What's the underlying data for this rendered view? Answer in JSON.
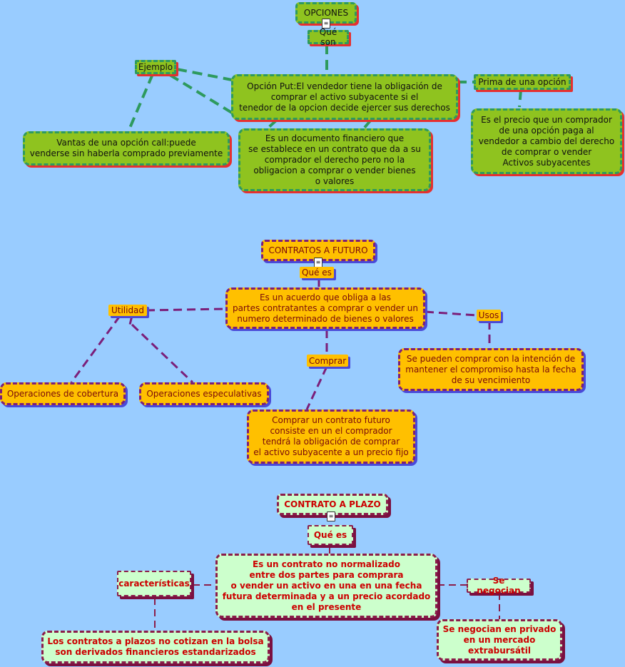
{
  "opciones": {
    "title": "OPCIONES",
    "que_son": "Qué son",
    "ejemplo": "Ejemplo",
    "put": "Opción Put:El vendedor tiene la obligación de\ncomprar el activo subyacente si el\ntenedor de la opcion decide ejercer sus derechos",
    "prima": "Prima de una opción",
    "vantas": "Vantas de una opción call:puede\nvenderse sin haberla comprado previamente",
    "doc": "Es un documento financiero que\nse establece en un contrato que da a su\ncomprador el derecho pero no la\nobligacion a comprar o vender bienes\no valores",
    "precio": "Es el precio que un comprador\nde una opción paga al\nvendedor a cambio del derecho\nde comprar o vender\nActivos subyacentes"
  },
  "futuros": {
    "title": "CONTRATOS A FUTURO",
    "que_es": "Qué es",
    "acuerdo": "Es un acuerdo que obliga a las\npartes contratantes a comprar o vender un\nnumero determinado de bienes o valores",
    "utilidad": "Utilidad",
    "usos": "Usos",
    "cobertura": "Operaciones de cobertura",
    "especulativas": "Operaciones especulativas",
    "comprar": "Comprar",
    "pueden": "Se pueden comprar con la intención de\nmantener el compromiso hasta la fecha\nde su vencimiento",
    "comprar_contrato": "Comprar un contrato futuro\nconsiste en un el comprador\ntendrá la obligación de comprar\nel activo subyacente a un precio fijo"
  },
  "plazo": {
    "title": "CONTRATO A PLAZO",
    "que_es": "Qué es",
    "def": "Es un contrato no normalizado\nentre dos partes para comprara\no vender un activo en una en una fecha\nfutura determinada y a un precio acordado\nen el presente",
    "caracteristicas": "características",
    "negocian": "Se negocian",
    "no_cotizan": "Los contratos a plazos no cotizan en la bolsa\nson derivados financieros estandarizados",
    "privado": "Se negocian en privado\nen un mercado\nextrabursátil"
  },
  "colors": {
    "background": "#99ccff",
    "green_fill": "#8fc31f",
    "green_border": "#2e9a5e",
    "yellow_fill": "#ffc000",
    "purple_border": "#7b1f7a",
    "mint_fill": "#ccffcc",
    "maroon_border": "#8b1d4a",
    "red_text": "#cc0000"
  },
  "icons": [
    "document-icon"
  ]
}
